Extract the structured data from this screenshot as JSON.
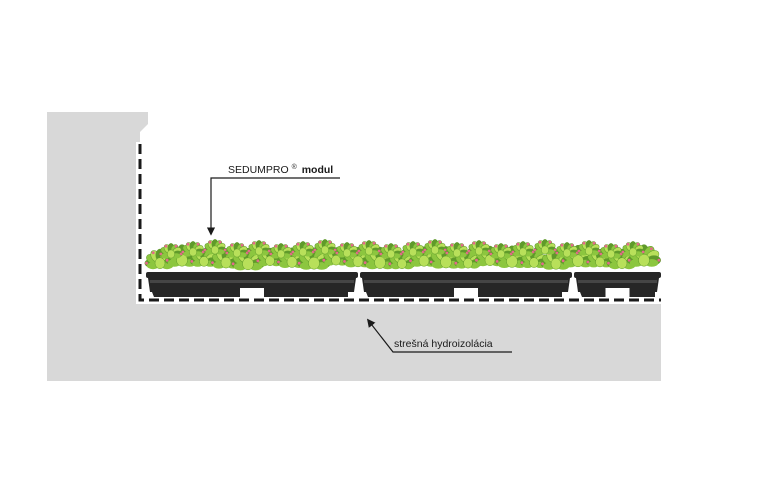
{
  "labels": {
    "module_name": "SEDUMPRO",
    "module_reg": "®",
    "module_word": "modul",
    "membrane": "strešná hydroizolácia"
  },
  "colors": {
    "background": "#ffffff",
    "roof_concrete": "#d8d8d8",
    "tray": "#262626",
    "tray_shadow": "#454545",
    "membrane_dash": "#1a1a1a",
    "leaf_light": "#b8e05a",
    "leaf_mid": "#8cc63f",
    "leaf_dark": "#5f9a2a",
    "flower_tip": "#e46a8a",
    "leader_line": "#1a1a1a"
  },
  "icons": {
    "plant": "sedum-plant-icon",
    "tray": "planting-tray-icon",
    "arrow": "arrow-head-icon"
  }
}
